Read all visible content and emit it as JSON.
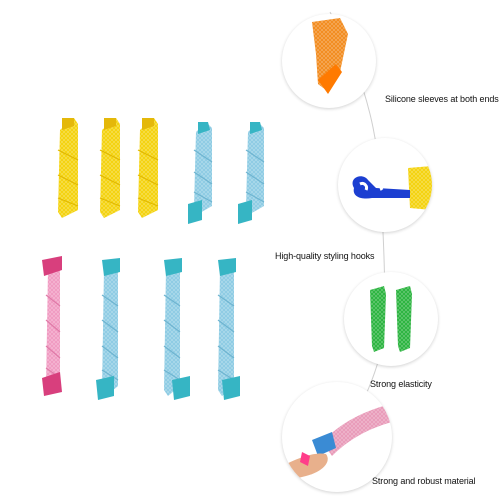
{
  "colors": {
    "yellow": "#f4d20b",
    "blue": "#8ccbe3",
    "teal_end": "#36b5c4",
    "pink": "#f09ac1",
    "magenta_end": "#d83f7d",
    "orange": "#f28a1c",
    "hook_blue": "#1c3fd1",
    "green": "#29b33d"
  },
  "features": [
    {
      "caption": "Silicone sleeves at both ends",
      "icon": "orange-silicone-sleeve"
    },
    {
      "caption": "High-quality styling hooks",
      "icon": "blue-styling-hook"
    },
    {
      "caption": "Strong elasticity",
      "icon": "green-curlers"
    },
    {
      "caption": "Strong and robust material",
      "icon": "hand-pulling-curler"
    }
  ]
}
